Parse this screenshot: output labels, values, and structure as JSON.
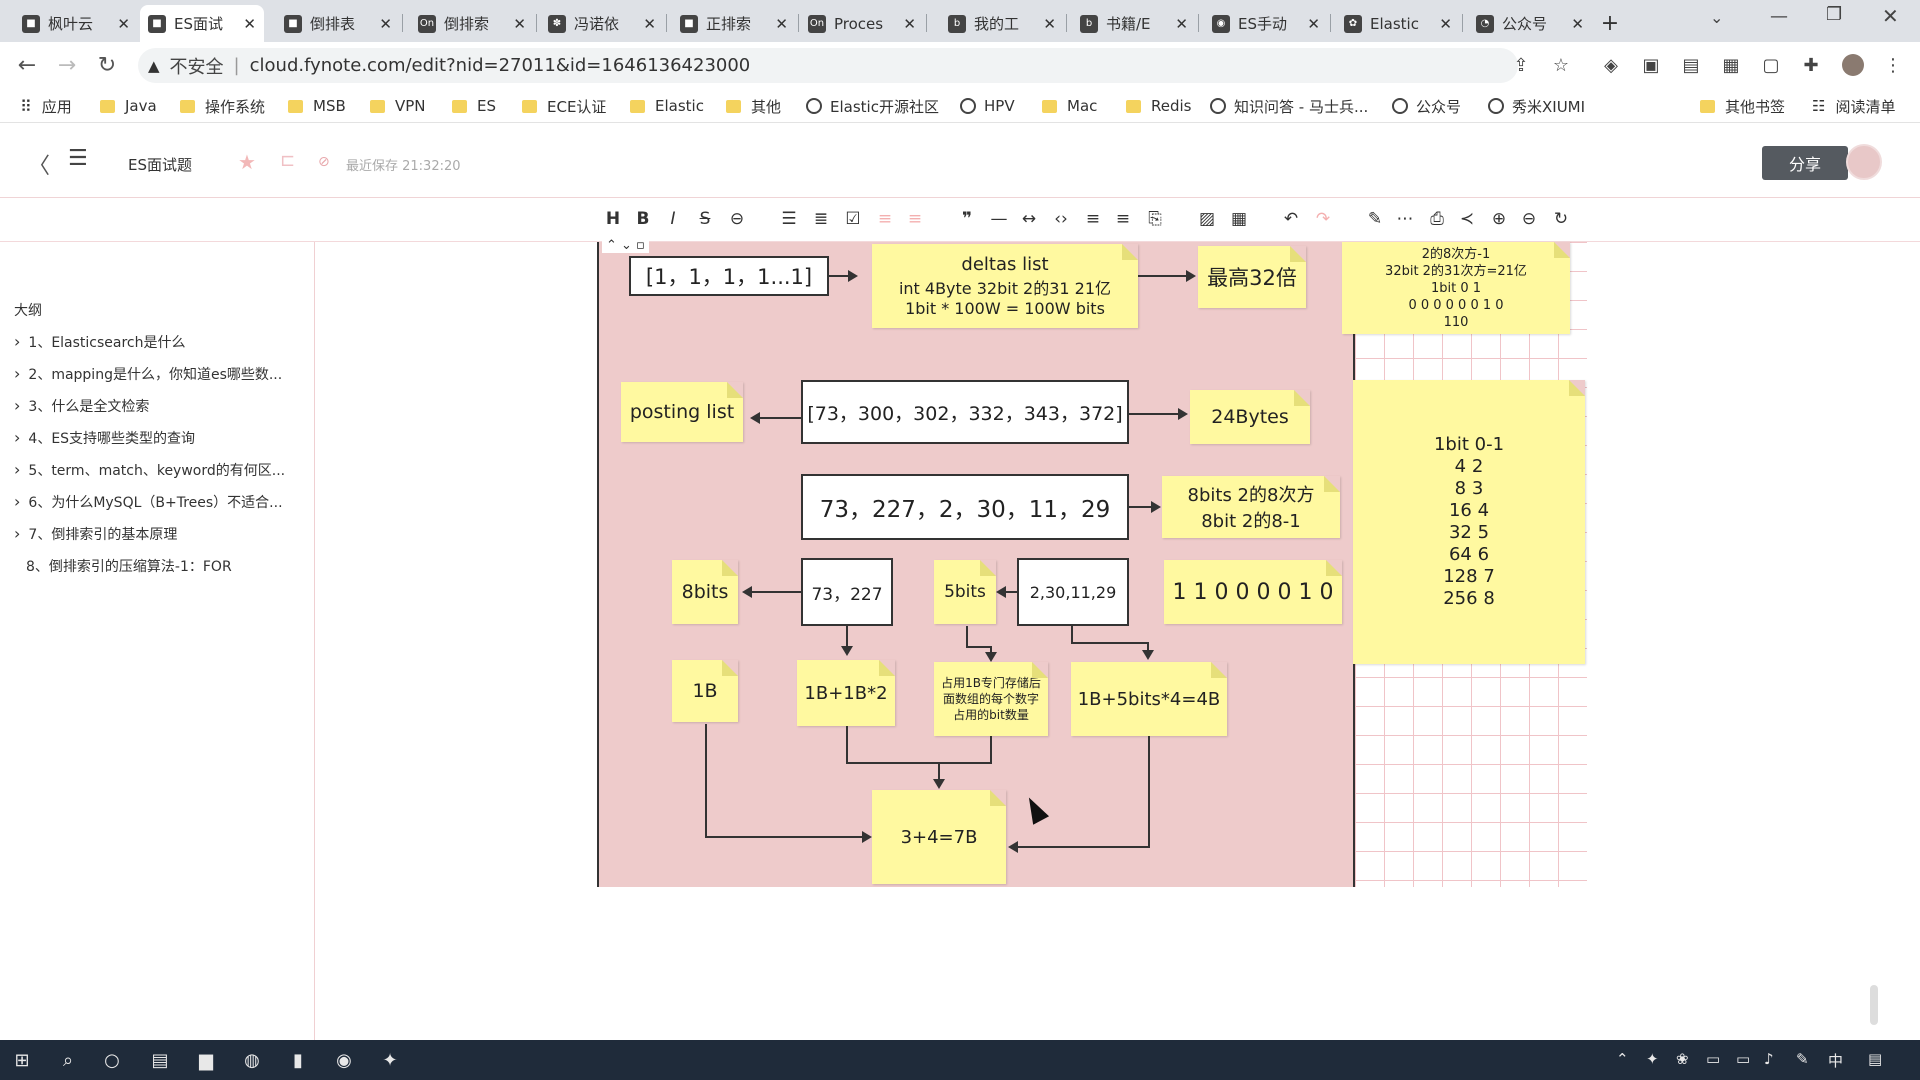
{
  "tabs": [
    {
      "icon": "app-icon",
      "title": "枫叶云",
      "active": false
    },
    {
      "icon": "app-icon",
      "title": "ES面试",
      "active": true
    },
    {
      "icon": "app-icon",
      "title": "倒排表",
      "active": false
    },
    {
      "icon": "onenote-icon",
      "title": "倒排索",
      "active": false
    },
    {
      "icon": "paw-icon",
      "title": "冯诺依",
      "active": false
    },
    {
      "icon": "app-icon",
      "title": "正排索",
      "active": false
    },
    {
      "icon": "onenote-icon",
      "title": "Proces",
      "active": false
    },
    {
      "icon": "b-icon",
      "title": "我的工",
      "active": false
    },
    {
      "icon": "b-icon",
      "title": "书籍/E",
      "active": false
    },
    {
      "icon": "globe-icon",
      "title": "ES手动",
      "active": false
    },
    {
      "icon": "elastic-icon",
      "title": "Elastic",
      "active": false
    },
    {
      "icon": "wechat-icon",
      "title": "公众号",
      "active": false
    }
  ],
  "new_tab": "+",
  "address": {
    "security": "不安全",
    "url": "cloud.fynote.com/edit?nid=27011&id=1646136423000"
  },
  "bookmarks": [
    {
      "type": "apps",
      "label": "应用"
    },
    {
      "type": "folder",
      "label": "Java"
    },
    {
      "type": "folder",
      "label": "操作系统"
    },
    {
      "type": "folder",
      "label": "MSB"
    },
    {
      "type": "folder",
      "label": "VPN"
    },
    {
      "type": "folder",
      "label": "ES"
    },
    {
      "type": "folder",
      "label": "ECE认证"
    },
    {
      "type": "folder",
      "label": "Elastic"
    },
    {
      "type": "folder",
      "label": "其他"
    },
    {
      "type": "globe",
      "label": "Elastic开源社区"
    },
    {
      "type": "globe",
      "label": "HPV"
    },
    {
      "type": "folder",
      "label": "Mac"
    },
    {
      "type": "folder",
      "label": "Redis"
    },
    {
      "type": "globe",
      "label": "知识问答 - 马士兵..."
    },
    {
      "type": "globe",
      "label": "公众号"
    },
    {
      "type": "globe",
      "label": "秀米XIUMI"
    }
  ],
  "bookmarks_right": [
    {
      "label": "其他书签"
    },
    {
      "label": "阅读清单"
    }
  ],
  "app": {
    "doc_title": "ES面试题",
    "save_status": "最近保存 21:32:20",
    "share_label": "分享"
  },
  "sidebar": {
    "heading": "大纲",
    "items": [
      {
        "label": "1、Elasticsearch是什么",
        "expandable": true
      },
      {
        "label": "2、mapping是什么，你知道es哪些数...",
        "expandable": true
      },
      {
        "label": "3、什么是全文检索",
        "expandable": true
      },
      {
        "label": "4、ES支持哪些类型的查询",
        "expandable": true
      },
      {
        "label": "5、term、match、keyword的有何区...",
        "expandable": true
      },
      {
        "label": "6、为什么MySQL（B+Trees）不适合...",
        "expandable": true
      },
      {
        "label": "7、倒排索引的基本原理",
        "expandable": true
      },
      {
        "label": "8、倒排索引的压缩算法-1：FOR",
        "expandable": false
      }
    ]
  },
  "diagram": {
    "deltas_box": "[1，1，1，1...1]",
    "deltas_title": "deltas list",
    "deltas_line1": "int 4Byte 32bit  2的31 21亿",
    "deltas_line2": "1bit * 100W = 100W bits",
    "max32": "最高32倍",
    "top_right_lines": [
      "2的8次方-1",
      "32bit 2的31次方=21亿",
      "1bit 0 1",
      "0 0 0 0 0 0 1 0",
      "110"
    ],
    "posting": "posting list",
    "posting_box": "[73，300，302，332，343，372]",
    "bytes24": "24Bytes",
    "deltas_box2": "73，227，2，30，11，29",
    "note_8bits_line1": "8bits 2的8次方",
    "note_8bits_line2": "8bit  2的8-1",
    "bits_table": [
      "1bit  0-1",
      "4 2",
      "8  3",
      "16 4",
      "32 5",
      "64 6",
      "128 7",
      "256 8"
    ],
    "box_73_227": "73，227",
    "note_8bits": "8bits",
    "note_5bits": "5bits",
    "box_2_30": "2,30,11,29",
    "binary": "1 1 0 0 0 0 1 0",
    "note_1b": "1B",
    "note_1b_1b2": "1B+1B*2",
    "note_storage": [
      "占用1B专门存储后",
      "面数组的每个数字",
      "占用的bit数量"
    ],
    "note_1b_5bits": "1B+5bits*4=4B",
    "note_total": "3+4=7B"
  },
  "taskbar": {
    "ime": "中"
  }
}
